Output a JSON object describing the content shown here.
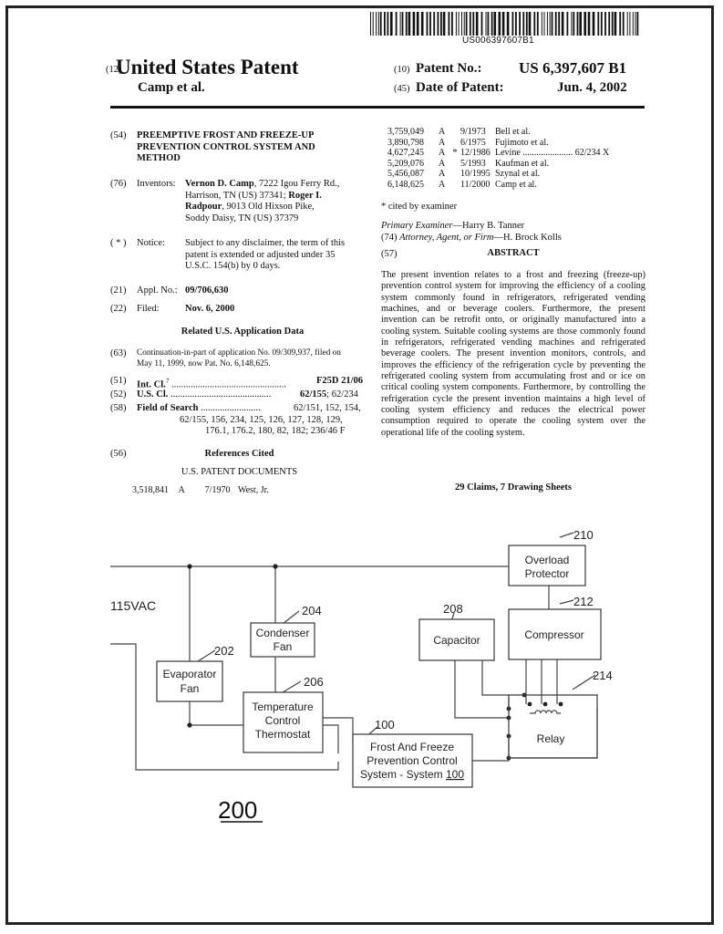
{
  "header": {
    "pub_number": "US006397607B1",
    "code12": "(12)",
    "doc_type": "United States Patent",
    "authors": "Camp et al.",
    "code10": "(10)",
    "patent_no_label": "Patent No.:",
    "patent_no": "US 6,397,607 B1",
    "code45": "(45)",
    "date_label": "Date of Patent:",
    "date": "Jun. 4, 2002"
  },
  "left": {
    "title_code": "(54)",
    "title_lines": [
      "PREEMPTIVE FROST AND FREEZE-UP",
      "PREVENTION CONTROL SYSTEM AND",
      "METHOD"
    ],
    "inventors_code": "(76)",
    "inventors_label": "Inventors:",
    "inv1_name": "Vernon D. Camp",
    "inv1_addr_a": ", 7222 Igou Ferry Rd.,",
    "inv1_addr_b": "Harrison, TN (US) 37341;",
    "inv2_name_a": "Roger I.",
    "inv2_name_b": "Radpour",
    "inv2_addr_a": ", 9013 Old Hixson Pike,",
    "inv2_addr_b": "Soddy Daisy, TN (US) 37379",
    "notice_code": "( * )",
    "notice_label": "Notice:",
    "notice_lines": [
      "Subject to any disclaimer, the term of this",
      "patent is extended or adjusted under 35",
      "U.S.C. 154(b) by 0 days."
    ],
    "appl_code": "(21)",
    "appl_label": "Appl. No.:",
    "appl_no": "09/706,630",
    "filed_code": "(22)",
    "filed_label": "Filed:",
    "filed_date": "Nov. 6, 2000",
    "related_heading": "Related U.S. Application Data",
    "cont_code": "(63)",
    "cont_lines": [
      "Continuation-in-part of application No. 09/309,937, filed on",
      "May 11, 1999, now Pat. No. 6,148,625."
    ],
    "intcl_code": "(51)",
    "intcl_label": "Int. Cl.",
    "intcl_sup": "7",
    "intcl_dots": "................................................",
    "intcl_value": "F25D 21/06",
    "uscl_code": "(52)",
    "uscl_label": "U.S. Cl.",
    "uscl_dots": "..........................................",
    "uscl_value_bold": "62/155",
    "uscl_value_rest": "; 62/234",
    "fos_code": "(58)",
    "fos_label": "Field of Search",
    "fos_dots": ".........................",
    "fos_lines": [
      "62/151, 152, 154,",
      "62/155, 156, 234, 125, 126, 127, 128, 129,",
      "176.1, 176.2, 180, 82, 182; 236/46 F"
    ],
    "refs_code": "(56)",
    "refs_heading": "References Cited",
    "us_docs_heading": "U.S. PATENT DOCUMENTS",
    "left_ref": {
      "num": "3,518,841",
      "kind": "A",
      "date": "7/1970",
      "name": "West, Jr."
    }
  },
  "right": {
    "references": [
      {
        "num": "3,759,049",
        "kind": "A",
        "star": "",
        "date": "9/1973",
        "name": "Bell et al."
      },
      {
        "num": "3,890,798",
        "kind": "A",
        "star": "",
        "date": "6/1975",
        "name": "Fujimoto et al."
      },
      {
        "num": "4,627,245",
        "kind": "A",
        "star": "*",
        "date": "12/1986",
        "name": "Levine ...................... 62/234 X"
      },
      {
        "num": "5,209,076",
        "kind": "A",
        "star": "",
        "date": "5/1993",
        "name": "Kaufman et al."
      },
      {
        "num": "5,456,087",
        "kind": "A",
        "star": "",
        "date": "10/1995",
        "name": "Szynal et al."
      },
      {
        "num": "6,148,625",
        "kind": "A",
        "star": "",
        "date": "11/2000",
        "name": "Camp et al."
      }
    ],
    "cited": "* cited by examiner",
    "primary_label": "Primary Examiner",
    "primary_name": "—Harry B. Tanner",
    "attorney_code": "(74)",
    "attorney_label": "Attorney, Agent, or Firm",
    "attorney_name": "—H. Brock Kolls",
    "abstract_code": "(57)",
    "abstract_heading": "ABSTRACT",
    "abstract_text": "The present invention relates to a frost and freezing (freeze-up) prevention control system for improving the efficiency of a cooling system commonly found in refrigerators, refrigerated vending machines, and or beverage coolers. Furthermore, the present invention can be retrofit onto, or originally manufactured into a cooling system. Suitable cooling systems are those commonly found in refrigerators, refrigerated vending machines and refrigerated beverage coolers. The present invention monitors, controls, and improves the efficiency of the refrigeration cycle by preventing the refrigerated cooling system from accumulating frost and or ice on critical cooling system components. Furthermore, by controlling the refrigeration cycle the present invention maintains a high level of cooling system efficiency and reduces the electrical power consumption required to operate the cooling system over the operational life of the cooling system.",
    "claims": "29 Claims, 7 Drawing Sheets"
  },
  "figure": {
    "figure_number": "200",
    "voltage": "115VAC",
    "blocks": {
      "overload": {
        "lines": [
          "Overload",
          "Protector"
        ],
        "ref": "210"
      },
      "compressor": {
        "lines": [
          "Compressor"
        ],
        "ref": "212"
      },
      "capacitor": {
        "lines": [
          "Capacitor"
        ],
        "ref": "208"
      },
      "condenser": {
        "lines": [
          "Condenser",
          "Fan"
        ],
        "ref": "204"
      },
      "evaporator": {
        "lines": [
          "Evaporator",
          "Fan"
        ],
        "ref": "202"
      },
      "thermostat": {
        "lines": [
          "Temperature",
          "Control",
          "Thermostat"
        ],
        "ref": "206"
      },
      "fpc": {
        "lines": [
          "Frost And Freeze",
          "Prevention Control",
          "System - System "
        ],
        "ref_inline": "100",
        "ref": "100"
      },
      "relay": {
        "lines": [
          "Relay"
        ],
        "ref": "214"
      }
    }
  }
}
